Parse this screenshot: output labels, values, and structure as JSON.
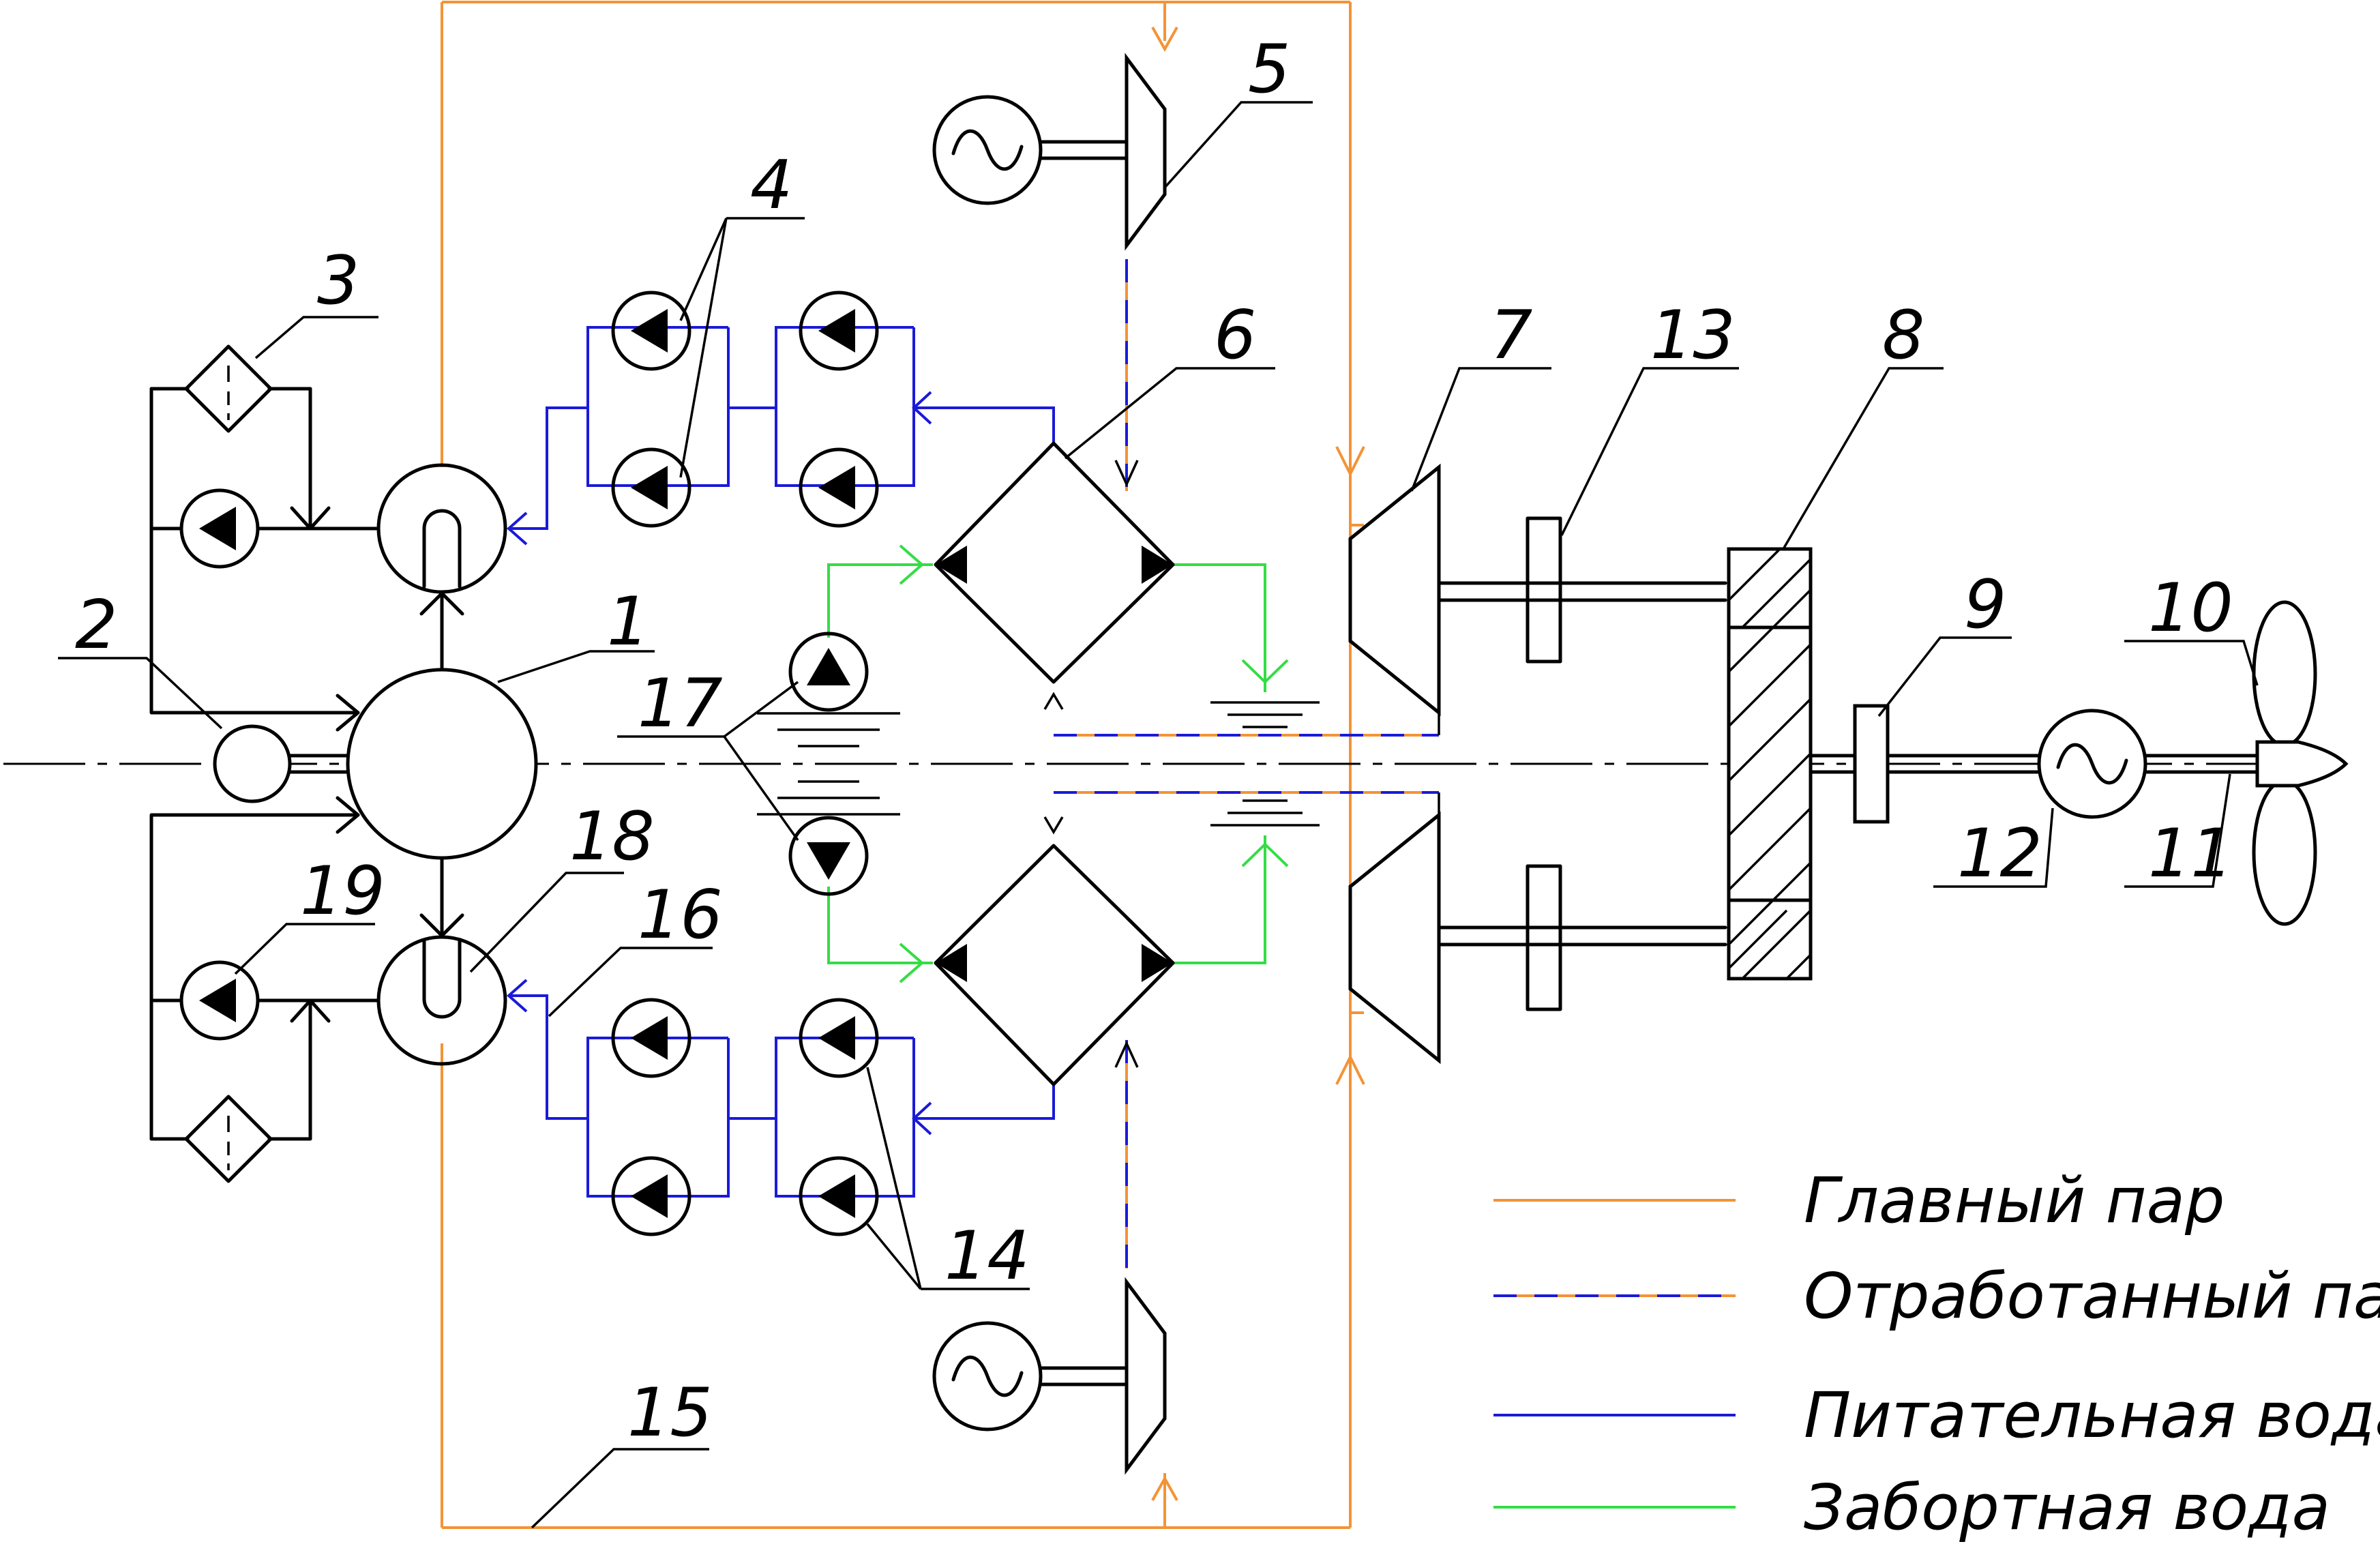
{
  "colors": {
    "main_steam": "#f39336",
    "feed_water": "#1a1ad8",
    "sea_water": "#33dd44",
    "drawing": "#000000"
  },
  "labels": {
    "n1": "1",
    "n2": "2",
    "n3": "3",
    "n4": "4",
    "n5": "5",
    "n6": "6",
    "n7": "7",
    "n8": "8",
    "n9": "9",
    "n10": "10",
    "n11": "11",
    "n12": "12",
    "n13": "13",
    "n14": "14",
    "n15": "15",
    "n16": "16",
    "n17": "17",
    "n18": "18",
    "n19": "19"
  },
  "legend": {
    "main_steam": "Главный пар",
    "exhaust_steam": "Отработанный пар",
    "feed_water": "Питательная вода",
    "sea_water": "Забортная вода"
  }
}
